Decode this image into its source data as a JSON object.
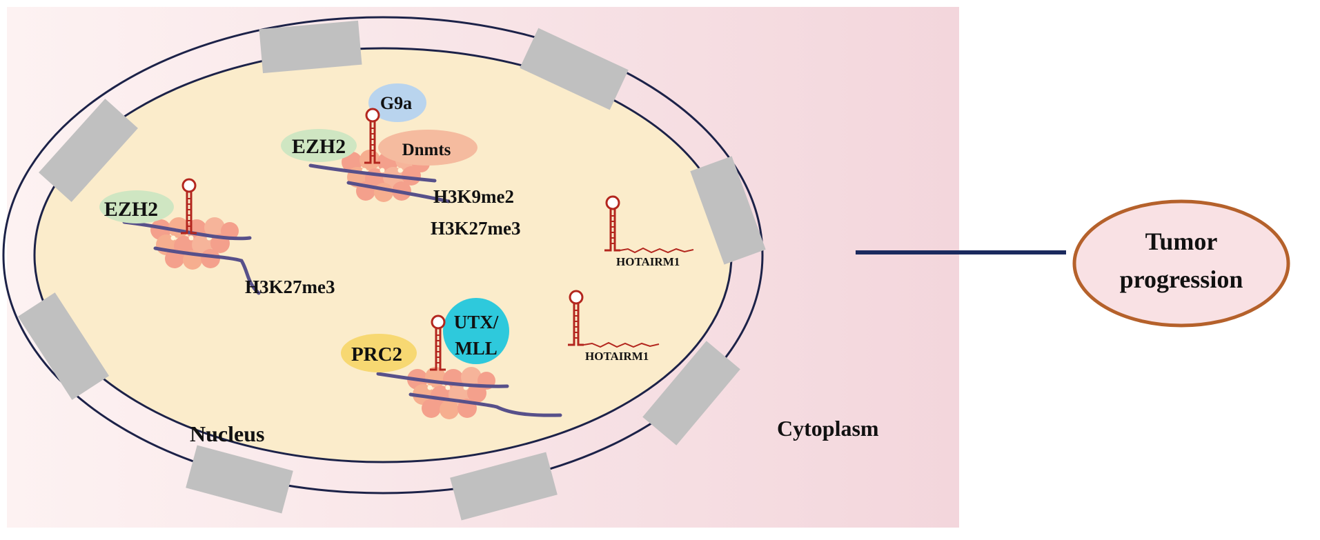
{
  "labels": {
    "nucleus": "Nucleus",
    "cytoplasm": "Cytoplasm",
    "outcome": "Tumor progression",
    "outcome_line1": "Tumor",
    "outcome_line2": "progression"
  },
  "complexes": {
    "left": {
      "protein": "EZH2",
      "mark": "H3K27me3"
    },
    "top": {
      "proteins": [
        "G9a",
        "EZH2",
        "Dnmts"
      ],
      "marks": [
        "H3K9me2",
        "H3K27me3"
      ]
    },
    "bottom": {
      "proteins": [
        "PRC2",
        "UTX/",
        "MLL"
      ]
    }
  },
  "lncrna": {
    "name": "HOTAIRM1"
  },
  "colors": {
    "cytoplasm_background": "#f7dde1",
    "nucleoplasm": "#fbeccb",
    "nuclear_envelope": "#1c2248",
    "nuclear_pore": "#c0c0c0",
    "rna_hairpin": "#b3261e",
    "dna_strand": "#57508a",
    "nucleosome": "#f4a08c",
    "ezh2": "#cfe6c2",
    "g9a": "#b9d4ee",
    "dnmts": "#f5bb9f",
    "prc2": "#f7d872",
    "utx_mll": "#2ec9dc",
    "connector_line": "#1b2a5e",
    "outcome_border": "#b5612b",
    "outcome_fill": "#f9e1e4"
  }
}
